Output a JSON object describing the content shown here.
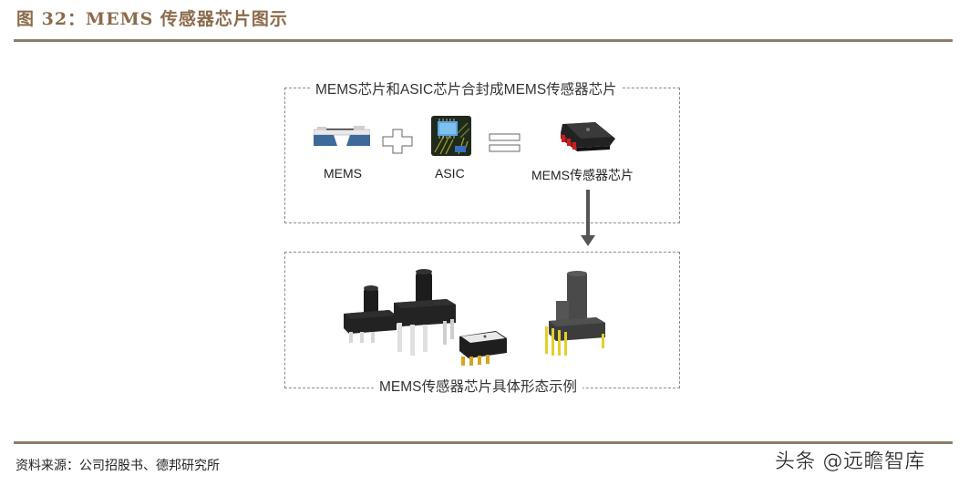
{
  "figure": {
    "title": "图 32：MEMS 传感器芯片图示"
  },
  "diagram": {
    "top_box": {
      "caption": "MEMS芯片和ASIC芯片合封成MEMS传感器芯片",
      "items": [
        {
          "label": "MEMS",
          "icon": "mems-die-icon"
        },
        {
          "operator": "plus-icon"
        },
        {
          "label": "ASIC",
          "icon": "asic-chip-icon"
        },
        {
          "operator": "equals-icon"
        },
        {
          "label": "MEMS传感器芯片",
          "icon": "sensor-chip-icon"
        }
      ]
    },
    "connector": "arrow-down-icon",
    "bottom_box": {
      "caption": "MEMS传感器芯片具体形态示例",
      "images": [
        "pressure-sensor-small-icon",
        "pressure-sensor-dip-icon",
        "pressure-sensor-smd-icon",
        "pressure-sensor-tall-icon"
      ]
    }
  },
  "footer": {
    "source": "资料来源：公司招股书、德邦研究所",
    "watermark": "头条 @远瞻智库"
  },
  "colors": {
    "title": "#8c6a4b",
    "rule": "#8b7b6b",
    "dash": "#8a8a8a",
    "mems_blue": "#3d6a9a",
    "arrow": "#555555"
  }
}
